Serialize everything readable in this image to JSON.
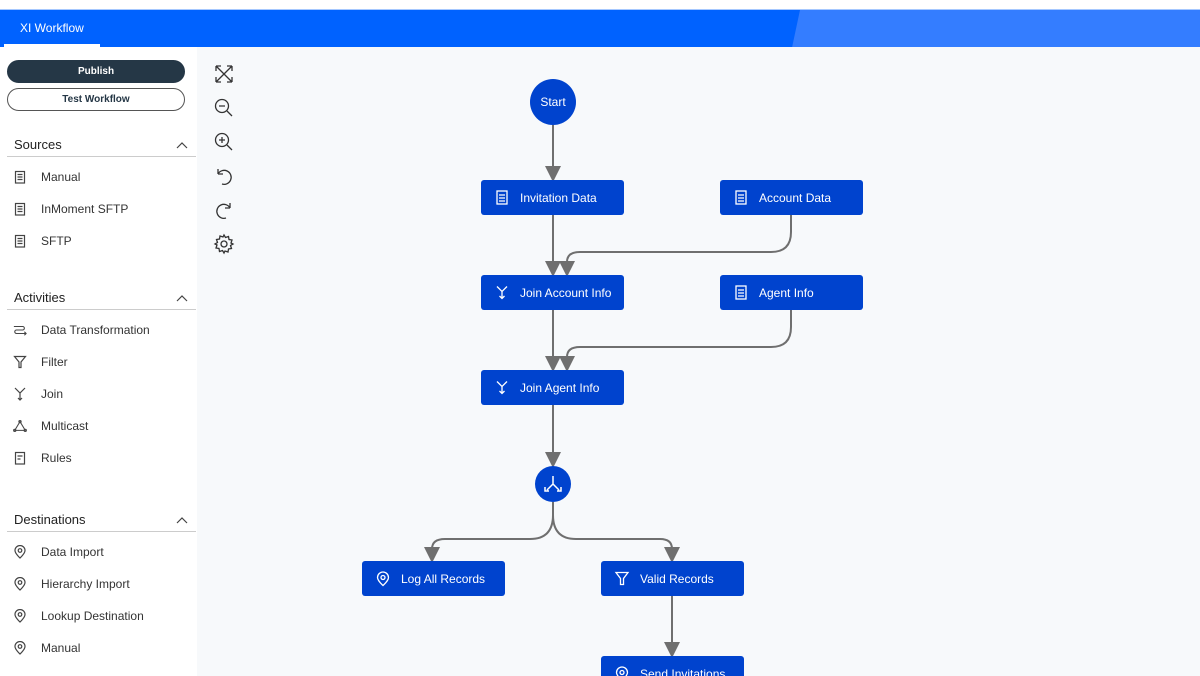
{
  "header": {
    "tab": "XI Workflow"
  },
  "sidebar": {
    "publish": "Publish",
    "test_workflow": "Test Workflow",
    "sources": {
      "title": "Sources",
      "items": [
        {
          "label": "Manual",
          "icon": "clipboard-icon"
        },
        {
          "label": "InMoment SFTP",
          "icon": "clipboard-icon"
        },
        {
          "label": "SFTP",
          "icon": "clipboard-icon"
        }
      ]
    },
    "activities": {
      "title": "Activities",
      "items": [
        {
          "label": "Data Transformation",
          "icon": "transform-icon"
        },
        {
          "label": "Filter",
          "icon": "filter-icon"
        },
        {
          "label": "Join",
          "icon": "join-icon"
        },
        {
          "label": "Multicast",
          "icon": "multicast-icon"
        },
        {
          "label": "Rules",
          "icon": "rules-icon"
        }
      ]
    },
    "destinations": {
      "title": "Destinations",
      "items": [
        {
          "label": "Data Import",
          "icon": "location-icon"
        },
        {
          "label": "Hierarchy Import",
          "icon": "location-icon"
        },
        {
          "label": "Lookup Destination",
          "icon": "location-icon"
        },
        {
          "label": "Manual",
          "icon": "location-icon"
        }
      ]
    }
  },
  "toolbar": [
    "fit-screen-icon",
    "zoom-out-icon",
    "zoom-in-icon",
    "undo-icon",
    "redo-icon",
    "settings-icon"
  ],
  "workflow": {
    "start": "Start",
    "nodes": {
      "invitation": "Invitation Data",
      "account": "Account Data",
      "join_account": "Join Account Info",
      "agent": "Agent Info",
      "join_agent": "Join Agent Info",
      "log": "Log All Records",
      "valid": "Valid Records",
      "send": "Send Invitations"
    }
  },
  "colors": {
    "header": "#0062ff",
    "node": "#0043ce",
    "edge": "#6f6f6f",
    "publish": "#253746"
  }
}
